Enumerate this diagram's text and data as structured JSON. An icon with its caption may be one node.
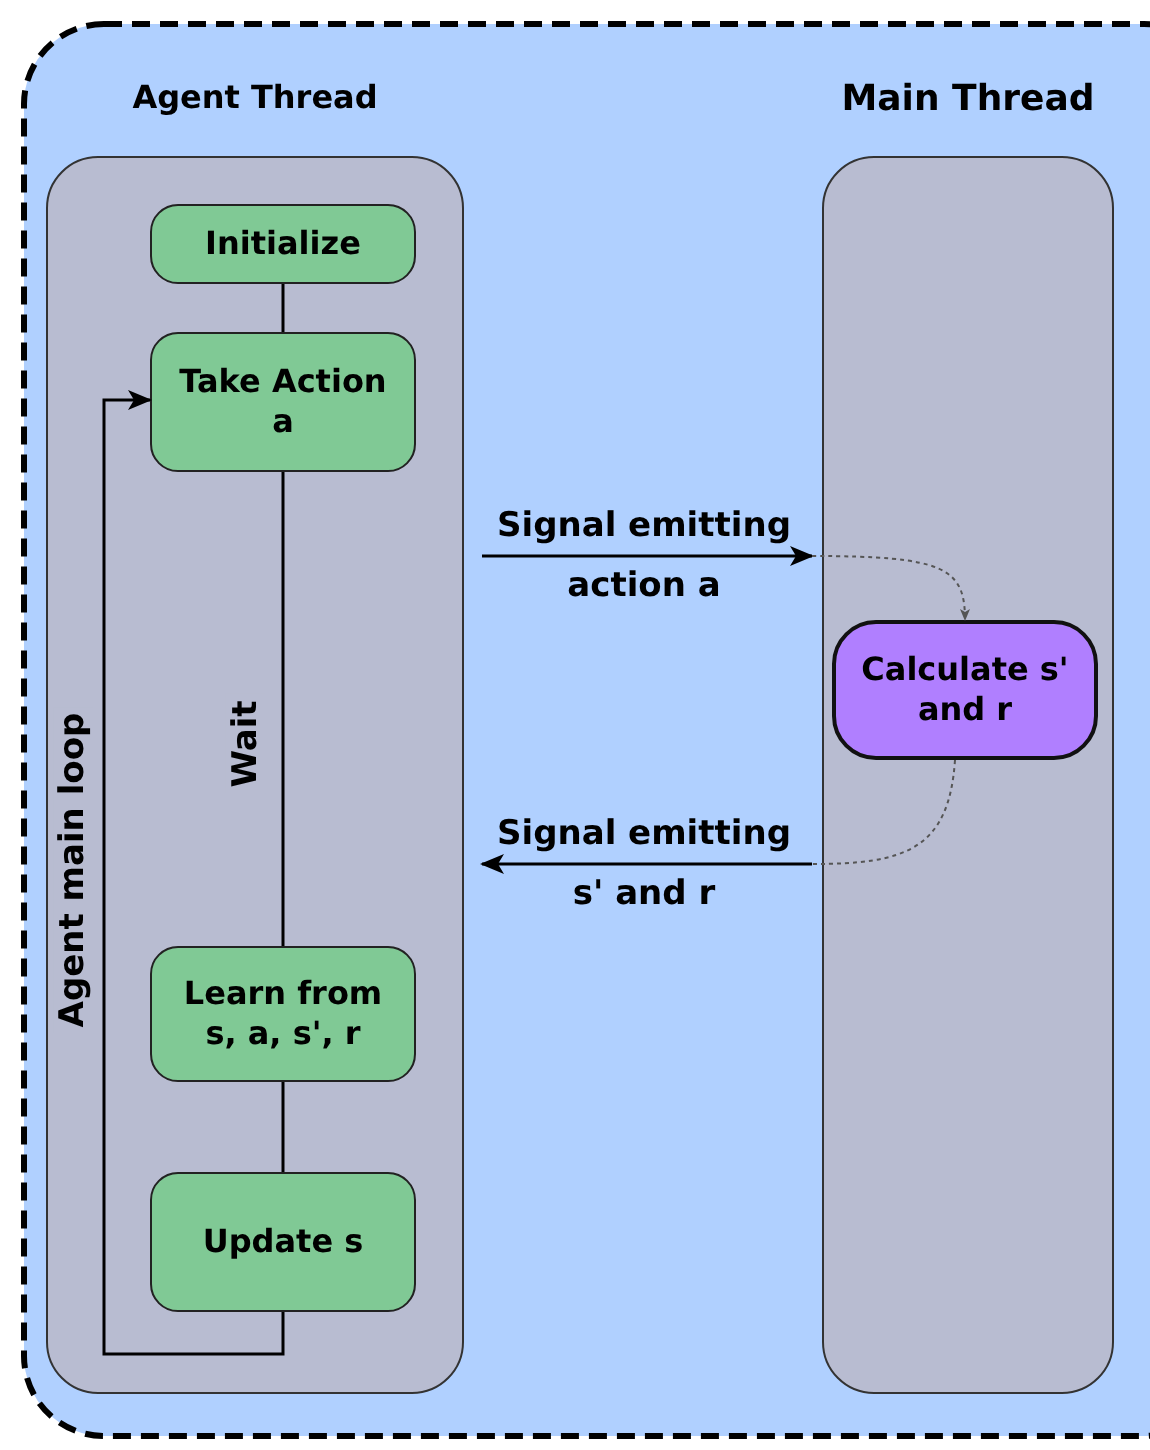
{
  "diagram": {
    "nodes": [
      {
        "text": [
          "Agent Thread"
        ]
      },
      {
        "text": [
          "Initialize"
        ],
        "in": 0
      },
      {
        "text": [
          "Take Action a"
        ],
        "in": 0
      },
      {
        "text": [
          "Learn from s, a, s', r"
        ],
        "in": 0
      },
      {
        "text": [
          "Update s"
        ],
        "in": 0
      },
      {
        "text": [
          "Main Thread"
        ]
      },
      {
        "text": [
          "Calculate s' and r"
        ],
        "in": 5
      }
    ],
    "edges": [
      {
        "from": 1,
        "to": 2,
        "arrow": "none"
      },
      {
        "from": 2,
        "to": 3,
        "arrow": "none",
        "label": "Wait"
      },
      {
        "from": 3,
        "to": 4,
        "arrow": "none"
      },
      {
        "from": 4,
        "to": 2,
        "arrow": "to",
        "label": "Agent main loop"
      },
      {
        "from": 0,
        "to": 5,
        "arrow": "to",
        "label": "Signal emitting action a"
      },
      {
        "from": 5,
        "to": 6,
        "arrow": "to",
        "style": "dashed",
        "color": "#555555"
      },
      {
        "from": 6,
        "to": 5,
        "arrow": "none",
        "style": "dashed",
        "color": "#555555"
      },
      {
        "from": 5,
        "to": 0,
        "arrow": "to",
        "label": "Signal emitting s' and r"
      }
    ]
  }
}
